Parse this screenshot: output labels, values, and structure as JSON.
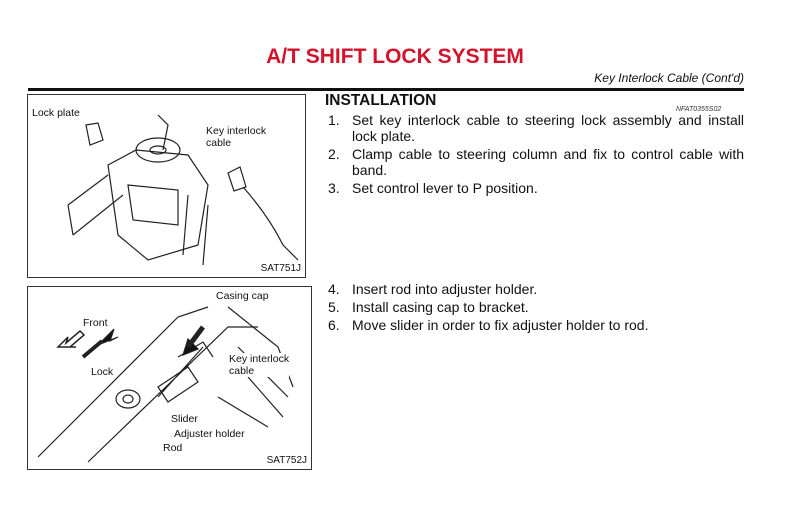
{
  "header": {
    "title": "A/T SHIFT LOCK SYSTEM",
    "subtitle": "Key Interlock Cable (Cont'd)"
  },
  "figures": [
    {
      "code": "SAT751J",
      "labels": {
        "lock_plate": "Lock plate",
        "key_interlock_cable": "Key interlock\ncable"
      }
    },
    {
      "code": "SAT752J",
      "labels": {
        "casing_cap": "Casing cap",
        "front": "Front",
        "lock": "Lock",
        "key_interlock_cable": "Key interlock\ncable",
        "slider": "Slider",
        "adjuster_holder": "Adjuster holder",
        "rod": "Rod"
      }
    }
  ],
  "section": {
    "heading": "INSTALLATION",
    "ref": "NFAT0355S02",
    "steps_a": [
      {
        "num": "1.",
        "text": "Set key interlock cable to steering lock assembly and install lock plate."
      },
      {
        "num": "2.",
        "text": "Clamp cable to steering column and fix to control cable with band."
      },
      {
        "num": "3.",
        "text": "Set control lever to P position."
      }
    ],
    "steps_b": [
      {
        "num": "4.",
        "text": "Insert rod into adjuster holder."
      },
      {
        "num": "5.",
        "text": "Install casing cap to bracket."
      },
      {
        "num": "6.",
        "text": "Move slider in order to fix adjuster holder to rod."
      }
    ]
  }
}
